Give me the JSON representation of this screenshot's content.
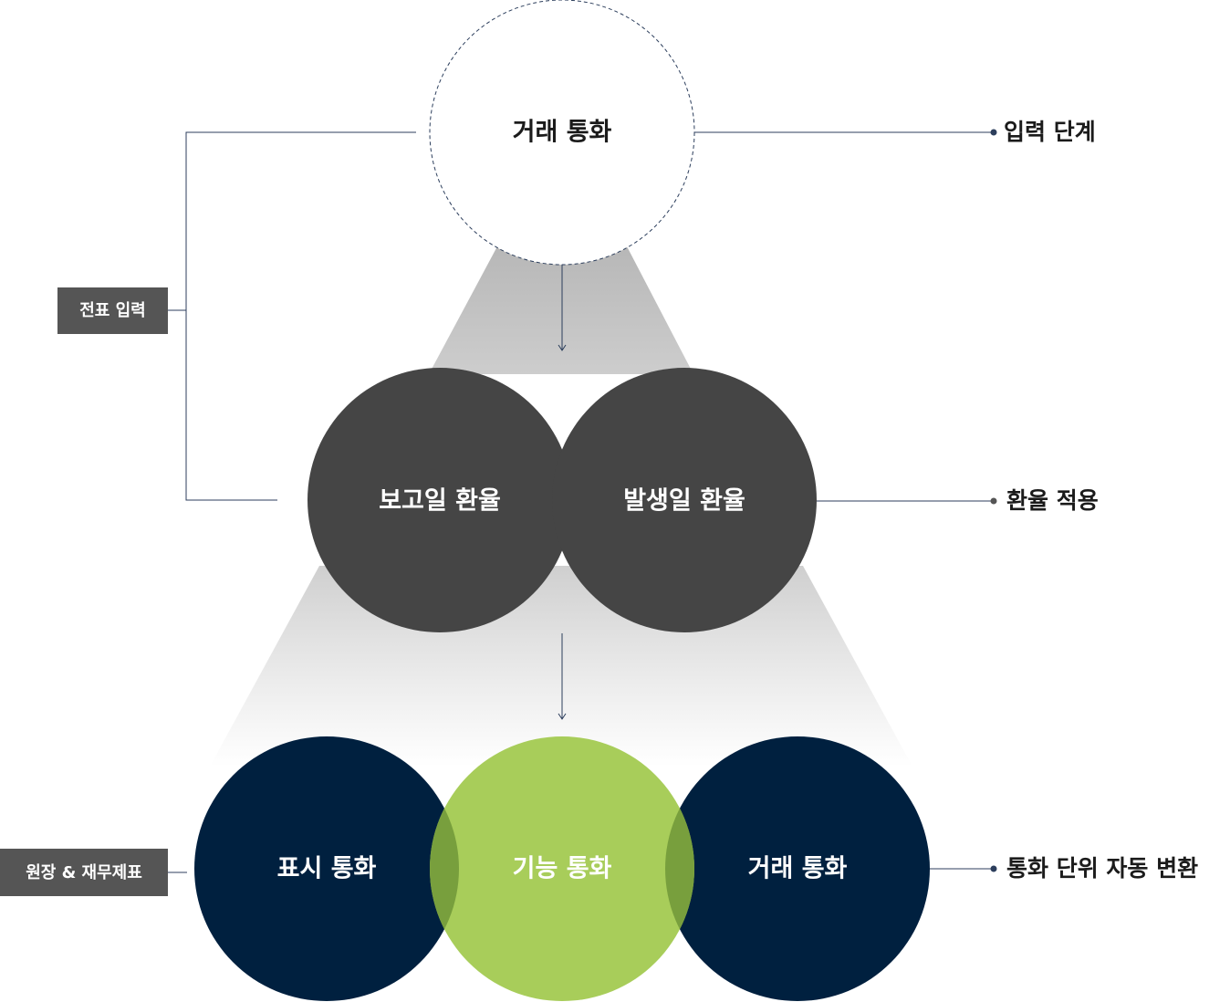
{
  "top": {
    "circle_label": "거래 통화"
  },
  "middle": {
    "left_circle_label": "보고일 환율",
    "right_circle_label": "발생일 환율"
  },
  "bottom": {
    "left_circle_label": "표시 통화",
    "center_circle_label": "기능 통화",
    "right_circle_label": "거래 통화"
  },
  "stages": [
    {
      "label": "입력 단계"
    },
    {
      "label": "환율 적용"
    },
    {
      "label": "통화 단위 자동 변환"
    }
  ],
  "badges": [
    {
      "label": "전표 입력"
    },
    {
      "label": "원장 & 재무제표"
    }
  ],
  "colors": {
    "dark_gray": "#454545",
    "navy": "#00203f",
    "green": "#a8cd5a",
    "overlap_green": "#789f3d",
    "badge_bg": "#555555",
    "connector": "#2c3e5c"
  }
}
